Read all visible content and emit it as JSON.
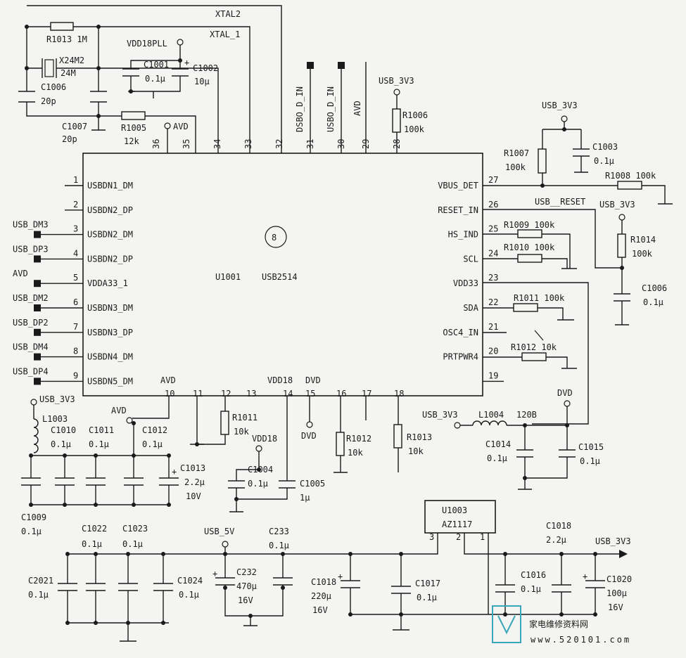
{
  "chip": {
    "designator": "U1001",
    "part": "USB2514",
    "circle_num": "8",
    "left_pins": [
      {
        "num": "1",
        "name": "USBDN1_DM",
        "net": ""
      },
      {
        "num": "2",
        "name": "USBDN2_DP",
        "net": ""
      },
      {
        "num": "3",
        "name": "USBDN2_DM",
        "net": "USB_DM3"
      },
      {
        "num": "4",
        "name": "USBDN2_DP",
        "net": "USB_DP3"
      },
      {
        "num": "5",
        "name": "VDDA33_1",
        "net": "AVD"
      },
      {
        "num": "6",
        "name": "USBDN3_DM",
        "net": "USB_DM2"
      },
      {
        "num": "7",
        "name": "USBDN3_DP",
        "net": "USB_DP2"
      },
      {
        "num": "8",
        "name": "USBDN4_DM",
        "net": "USB_DM4"
      },
      {
        "num": "9",
        "name": "USBDN5_DM",
        "net": "USB_DP4"
      }
    ],
    "right_pins": [
      {
        "num": "27",
        "name": "VBUS_DET"
      },
      {
        "num": "26",
        "name": "RESET_IN"
      },
      {
        "num": "25",
        "name": "HS_IND"
      },
      {
        "num": "24",
        "name": "SCL"
      },
      {
        "num": "23",
        "name": "VDD33"
      },
      {
        "num": "22",
        "name": "SDA"
      },
      {
        "num": "21",
        "name": "OSC4_IN"
      },
      {
        "num": "20",
        "name": "PRTPWR4"
      },
      {
        "num": "19",
        "name": ""
      }
    ],
    "top_pins": [
      "36",
      "35",
      "34",
      "33",
      "32",
      "31",
      "30",
      "29",
      "28"
    ],
    "bottom_pins": [
      "10",
      "11",
      "12",
      "13",
      "14",
      "15",
      "16",
      "17",
      "18"
    ]
  },
  "labels": {
    "xtal2": "XTAL2",
    "xtal1": "XTAL_1",
    "vdd18pll": "VDD18PLL",
    "dsbo": "DSBO_D_IN",
    "usbo": "USBO_D_IN",
    "avd_top": "AVD",
    "avd_35": "AVD",
    "usb3v3_28": "USB_3V3",
    "usb3v3_c1003": "USB_3V3",
    "usb_reset": "USB__RESET",
    "usb3v3_r1014": "USB_3V3",
    "avd_pin10": "AVD",
    "vdd18_pin14": "VDD18",
    "dvd_pin15": "DVD",
    "usb3v3_l1003": "USB_3V3",
    "avd_c1012": "AVD",
    "vdd18_c1004": "VDD18",
    "dvd_cap": "DVD",
    "usb3v3_l1004": "USB_3V3",
    "dvd_l1004": "DVD",
    "l1004_val": "120B",
    "usb_5v": "USB_5V",
    "usb3v3_out": "USB_3V3",
    "u1003": "U1003",
    "az1117": "AZ1117",
    "u1003_pin3": "3",
    "u1003_pin2": "2",
    "u1003_pin1": "1"
  },
  "components": {
    "r1013": "R1013  1M",
    "x24m2": "X24M2",
    "x24m": "24M",
    "c1006_top": "C1006",
    "c1006_top_val": "20p",
    "c1007": "C1007",
    "c1007_val": "20p",
    "r1005": "R1005",
    "r1005_val": "12k",
    "c1001": "C1001",
    "c1001_val": "0.1μ",
    "c1002": "C1002",
    "c1002_val": "10μ",
    "r1006": "R1006",
    "r1006_val": "100k",
    "r1007": "R1007",
    "r1007_val": "100k",
    "c1003": "C1003",
    "c1003_val": "0.1μ",
    "r1008": "R1008  100k",
    "r1014": "R1014",
    "r1014_val": "100k",
    "c1006_r": "C1006",
    "c1006_r_val": "0.1μ",
    "r1009": "R1009  100k",
    "r1010": "R1010  100k",
    "r1011_r": "R1011  100k",
    "r1012_r": "R1012  10k",
    "r1011_b": "R1011",
    "r1011_b_val": "10k",
    "r1012_b": "R1012",
    "r1012_b_val": "10k",
    "r1013_b": "R1013",
    "r1013_b_val": "10k",
    "l1003": "L1003",
    "c1010": "C1010",
    "c1010_val": "0.1μ",
    "c1011": "C1011",
    "c1011_val": "0.1μ",
    "c1012": "C1012",
    "c1012_val": "0.1μ",
    "c1013": "C1013",
    "c1013_val": "2.2μ",
    "c1013_v": "10V",
    "c1009": "C1009",
    "c1009_val": "0.1μ",
    "c1004": "C1004",
    "c1004_val": "0.1μ",
    "c1005": "C1005",
    "c1005_val": "1μ",
    "l1004": "L1004",
    "c1014": "C1014",
    "c1014_val": "0.1μ",
    "c1015": "C1015",
    "c1015_val": "0.1μ",
    "c1022": "C1022",
    "c1022_val": "0.1μ",
    "c1023": "C1023",
    "c1023_val": "0.1μ",
    "c2021": "C2021",
    "c2021_val": "0.1μ",
    "c1024": "C1024",
    "c1024_val": "0.1μ",
    "c232": "C232",
    "c232_val": "470μ",
    "c232_v": "16V",
    "c233": "C233",
    "c233_val": "0.1μ",
    "c1018_l": "C1018",
    "c1018_l_val": "220μ",
    "c1018_l_v": "16V",
    "c1017": "C1017",
    "c1017_val": "0.1μ",
    "c1018_r": "C1018",
    "c1018_r_val": "2.2μ",
    "c1016": "C1016",
    "c1016_val": "0.1μ",
    "c1020": "C1020",
    "c1020_val": "100μ",
    "c1020_v": "16V"
  },
  "watermark": {
    "text": "家电维修资料网",
    "url": "www.520101.com"
  },
  "colors": {
    "ink": "#1a1a1a",
    "paper": "#f4f4f2",
    "watermark": "#3aa6b9"
  }
}
